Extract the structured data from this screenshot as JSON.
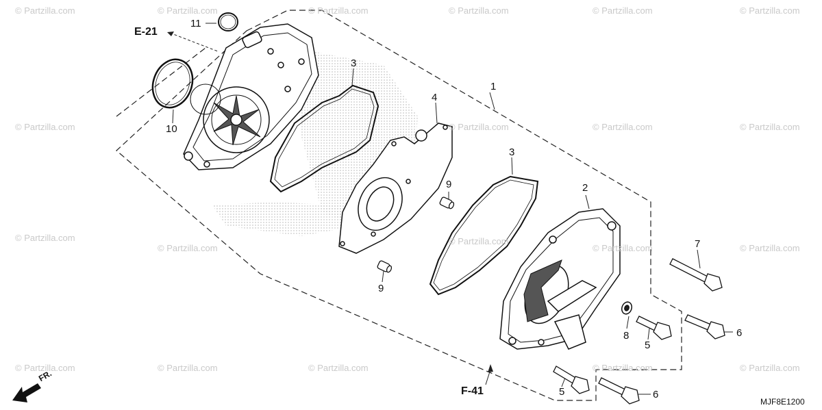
{
  "watermark": "© Partzilla.com",
  "parts": {
    "p1": "1",
    "p2": "2",
    "p3a": "3",
    "p3b": "3",
    "p4": "4",
    "p5a": "5",
    "p5b": "5",
    "p6a": "6",
    "p6b": "6",
    "p7": "7",
    "p8": "8",
    "p9a": "9",
    "p9b": "9",
    "p10": "10",
    "p11": "11"
  },
  "refs": {
    "e21": "E-21",
    "f41": "F-41"
  },
  "front_marker": "FR.",
  "diagram_code": "MJF8E1200"
}
